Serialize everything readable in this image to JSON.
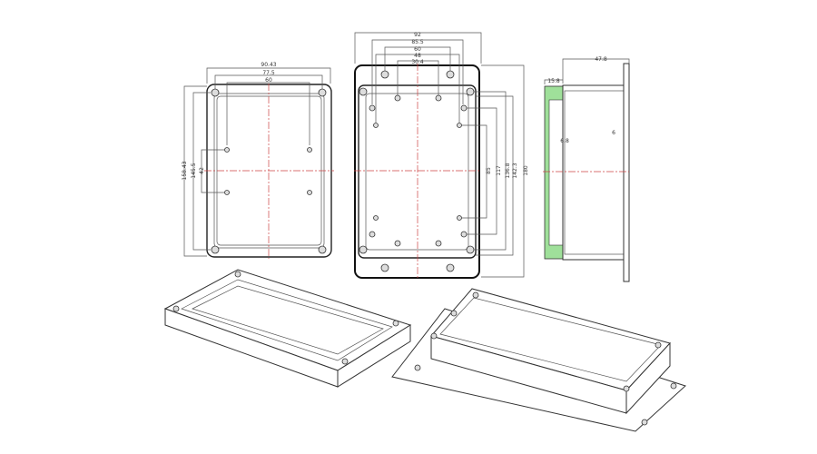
{
  "lid_view": {
    "width_overall": "90.43",
    "width_holes": "77.5",
    "width_inner": "60",
    "height_overall": "158.43",
    "height_holes": "145.5",
    "height_inner": "42"
  },
  "base_view": {
    "width_overall": "92",
    "width_holes_a": "85.5",
    "width_holes_b": "60",
    "width_holes_c": "48",
    "width_holes_d": "30.4",
    "height_a": "85",
    "height_b": "117",
    "height_c": "136.8",
    "height_d": "142.3",
    "height_overall": "180"
  },
  "side_view": {
    "depth_overall": "47.8",
    "lid_depth": "15.8",
    "wall": "6.8",
    "rib": "6"
  },
  "colors": {
    "lid_section": "#9fe09a",
    "centerline": "#cc4444"
  }
}
